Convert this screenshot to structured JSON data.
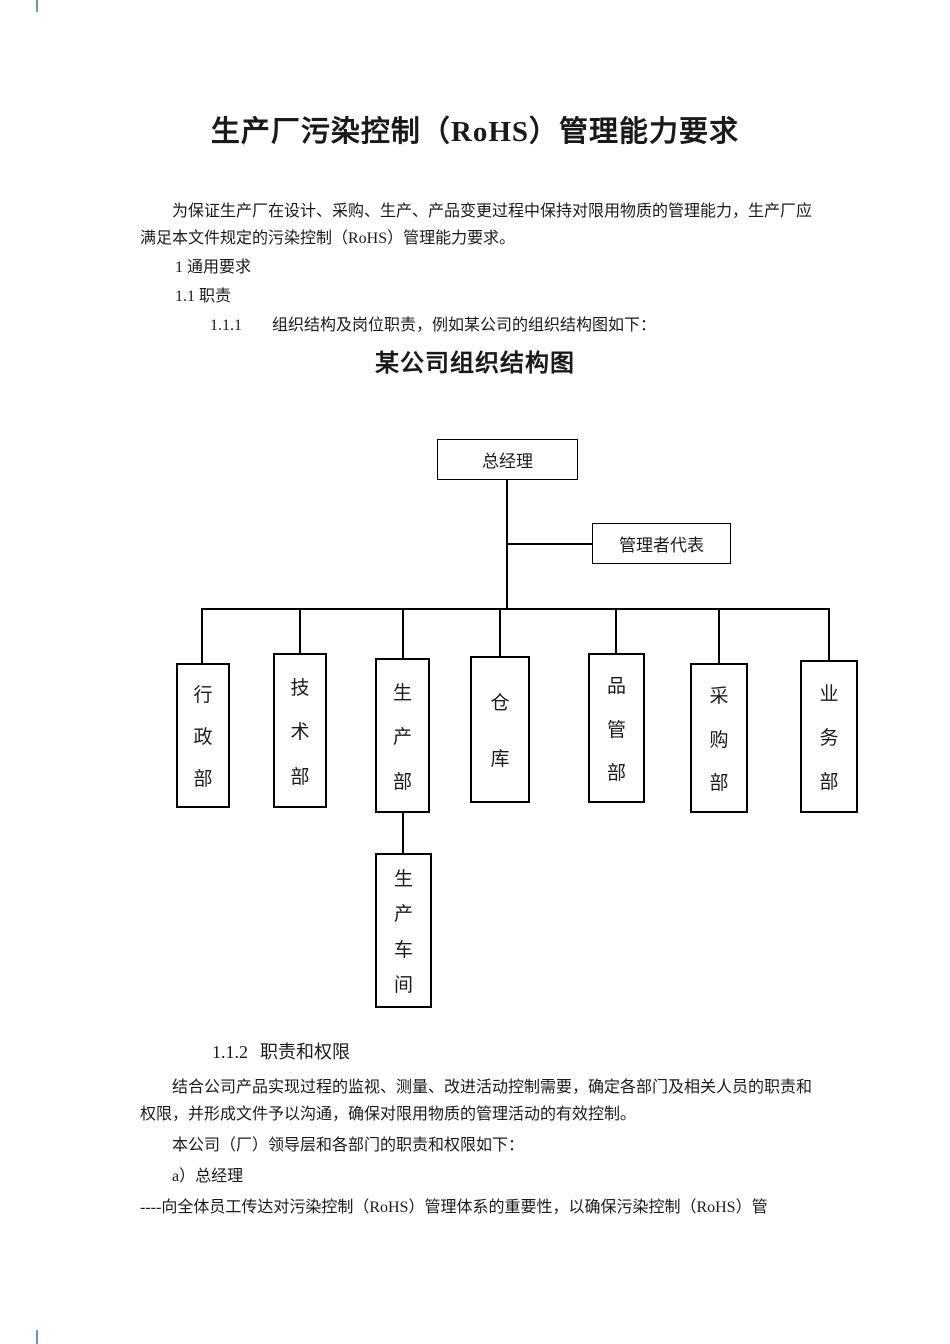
{
  "page": {
    "title": "生产厂污染控制（RoHS）管理能力要求"
  },
  "intro": {
    "text": "为保证生产厂在设计、采购、生产、产品变更过程中保持对限用物质的管理能力，生产厂应满足本文件规定的污染控制（RoHS）管理能力要求。"
  },
  "sections": {
    "s1": "1  通用要求",
    "s1_1": "1.1  职责",
    "s1_1_1_num": "1.1.1",
    "s1_1_1_text": "组织结构及岗位职责，例如某公司的组织结构图如下：",
    "s1_1_2_num": "1.1.2",
    "s1_1_2_text": "职责和权限"
  },
  "org_chart": {
    "title": "某公司组织结构图",
    "general_manager": "总经理",
    "management_rep": "管理者代表",
    "departments": [
      "行政部",
      "技术部",
      "生产部",
      "仓库",
      "品管部",
      "采购部",
      "业务部"
    ],
    "workshop": "生产车间"
  },
  "body": {
    "p1": "结合公司产品实现过程的监视、测量、改进活动控制需要，确定各部门及相关人员的职责和权限，并形成文件予以沟通，确保对限用物质的管理活动的有效控制。",
    "p2": "本公司（厂）领导层和各部门的职责和权限如下：",
    "p3": "a）总经理",
    "p4": "----向全体员工传达对污染控制（RoHS）管理体系的重要性，以确保污染控制（RoHS）管"
  }
}
